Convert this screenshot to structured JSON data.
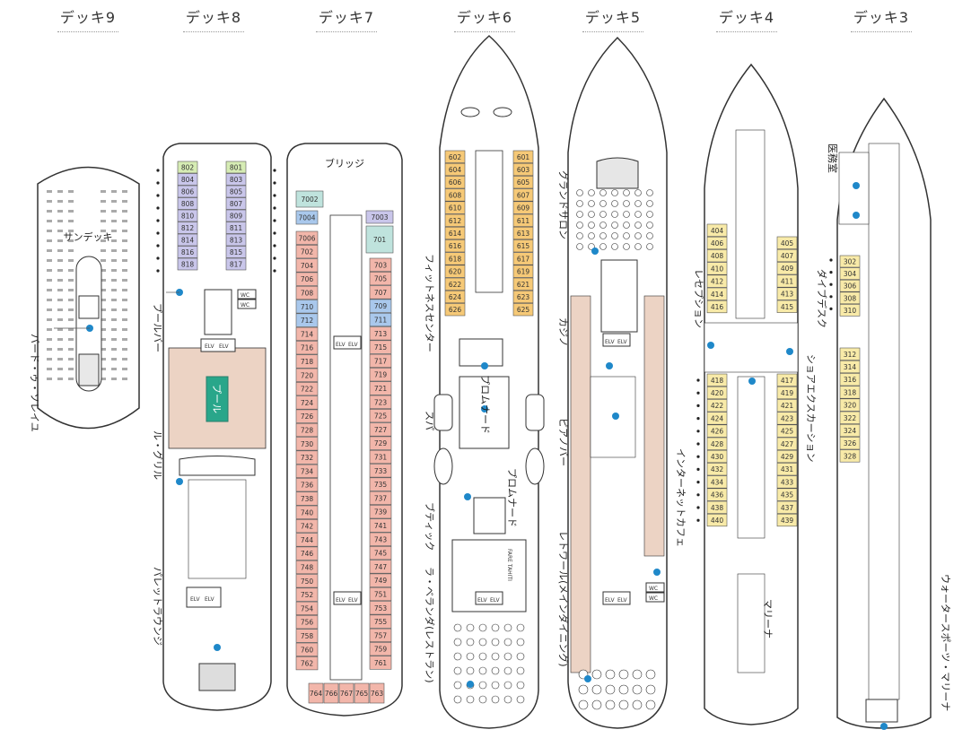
{
  "colors": {
    "suite_green": "#d6ecb4",
    "suite_purple": "#c9c6ea",
    "suite_teal": "#bfe3dd",
    "suite_blue": "#a9c8ec",
    "cabin_orange": "#f6c977",
    "cabin_pink": "#f2b6aa",
    "cabin_yellow": "#f8eaa8",
    "pool": "#29a68a",
    "marker": "#1f88c9",
    "deck_wood": "#ecd3c4"
  },
  "decks": [
    {
      "id": "9",
      "title": "デッキ9"
    },
    {
      "id": "8",
      "title": "デッキ8"
    },
    {
      "id": "7",
      "title": "デッキ7"
    },
    {
      "id": "6",
      "title": "デッキ6"
    },
    {
      "id": "5",
      "title": "デッキ5"
    },
    {
      "id": "4",
      "title": "デッキ4"
    },
    {
      "id": "3",
      "title": "デッキ3"
    }
  ],
  "labels": {
    "sundeck": "サンデッキ",
    "birdo": "バード・ゥ・ソレイユ",
    "pool_bar": "プールバー",
    "pool": "プール",
    "le_grill": "ル・グリル",
    "palette": "パレットラウンジ",
    "bridge": "ブリッジ",
    "fitness": "フィットネスセンター",
    "spa": "スパ",
    "promenade": "プロムナード",
    "promenade2": "プロムナード",
    "boutique": "ブティック",
    "la_veranda": "ラ・ベランダ(レストラン)",
    "fare_tahiti": "FARE TAHITI",
    "grand_salon": "グランドサロン",
    "casino": "カジノ",
    "piano_bar": "ピアノバー",
    "internet_cafe": "インターネットカフェ",
    "l_etoile": "レトワール(メインダイニング)",
    "reception": "レセプション",
    "dive_desk": "ダイブデスク",
    "shore_ex": "ショアエクスカーション",
    "marina": "マリーナ",
    "medical": "医務室",
    "watersports": "ウォータースポーツ・マリーナ",
    "elv": "ELV",
    "wc": "WC"
  },
  "cabins": {
    "d8_left": [
      "802",
      "804",
      "806",
      "808",
      "810",
      "812",
      "814",
      "816",
      "818"
    ],
    "d8_right": [
      "801",
      "803",
      "805",
      "807",
      "809",
      "811",
      "813",
      "815",
      "817"
    ],
    "d7_top": [
      "7002",
      "7004",
      "7003",
      "701"
    ],
    "d7_left": [
      "7006",
      "702",
      "704",
      "706",
      "708",
      "710",
      "712",
      "714",
      "716",
      "718",
      "720",
      "722",
      "724",
      "726",
      "728",
      "730",
      "732",
      "734",
      "736",
      "738",
      "740",
      "742",
      "744",
      "746",
      "748",
      "750",
      "752",
      "754",
      "756",
      "758",
      "760",
      "762"
    ],
    "d7_right": [
      "703",
      "705",
      "707",
      "709",
      "711",
      "713",
      "715",
      "717",
      "719",
      "721",
      "723",
      "725",
      "727",
      "729",
      "731",
      "733",
      "735",
      "737",
      "739",
      "741",
      "743",
      "745",
      "747",
      "749",
      "751",
      "753",
      "755",
      "757",
      "759",
      "761"
    ],
    "d7_stern": [
      "764",
      "766",
      "767",
      "765",
      "763"
    ],
    "d6_left": [
      "602",
      "604",
      "606",
      "608",
      "610",
      "612",
      "614",
      "616",
      "618",
      "620",
      "622",
      "624",
      "626"
    ],
    "d6_right": [
      "601",
      "603",
      "605",
      "607",
      "609",
      "611",
      "613",
      "615",
      "617",
      "619",
      "621",
      "623",
      "625"
    ],
    "d4_left_a": [
      "404",
      "406",
      "408",
      "410",
      "412",
      "414",
      "416"
    ],
    "d4_right_a": [
      "405",
      "407",
      "409",
      "411",
      "413",
      "415"
    ],
    "d4_left_b": [
      "418",
      "420",
      "422",
      "424",
      "426",
      "428",
      "430",
      "432",
      "434",
      "436",
      "438",
      "440"
    ],
    "d4_right_b": [
      "417",
      "419",
      "421",
      "423",
      "425",
      "427",
      "429",
      "431",
      "433",
      "435",
      "437",
      "439"
    ],
    "d3_a": [
      "302",
      "304",
      "306",
      "308",
      "310"
    ],
    "d3_b": [
      "312",
      "314",
      "316",
      "318",
      "320",
      "322",
      "324",
      "326",
      "328"
    ]
  }
}
